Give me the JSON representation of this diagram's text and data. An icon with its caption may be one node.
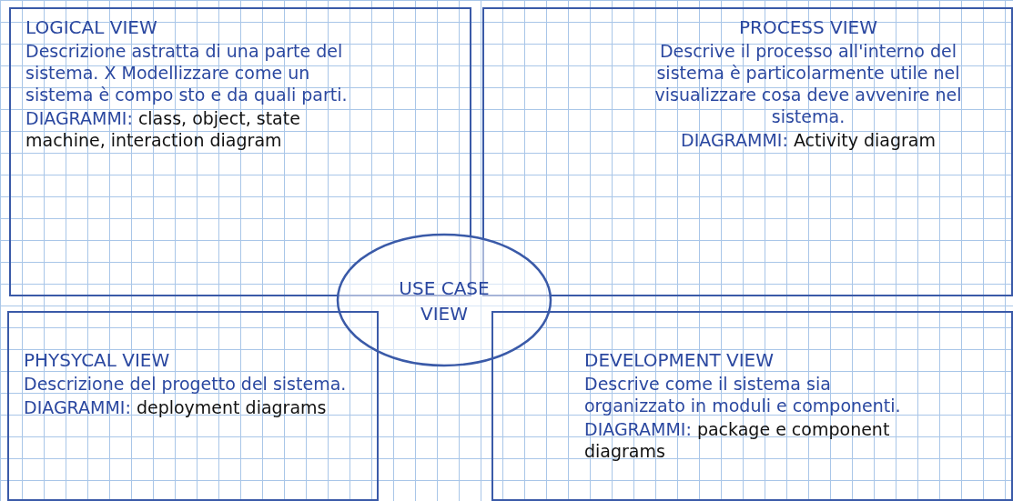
{
  "diagram": {
    "nodes": [
      {
        "text": [
          "LOGICAL VIEW",
          "Descrizione astratta di una parte del sistema. X Modellizzare come un sistema è compo sto e da quali parti.",
          "DIAGRAMMI:",
          "class, object, state machine, interaction diagram"
        ]
      },
      {
        "text": [
          "PROCESS VIEW",
          "Descrive il processo all'interno del sistema è particolarmente utile nel visualizzare cosa deve avvenire nel sistema.",
          "DIAGRAMMI:",
          "Activity diagram"
        ]
      },
      {
        "text": [
          "USE CASE VIEW"
        ]
      },
      {
        "text": [
          "PHYSYCAL VIEW",
          "Descrizione del progetto del sistema.",
          "DIAGRAMMI:",
          "deployment diagrams"
        ]
      },
      {
        "text": [
          "DEVELOPMENT VIEW",
          "Descrive come il sistema sia organizzato in moduli e componenti.",
          "DIAGRAMMI:",
          "package e component diagrams"
        ]
      }
    ]
  }
}
